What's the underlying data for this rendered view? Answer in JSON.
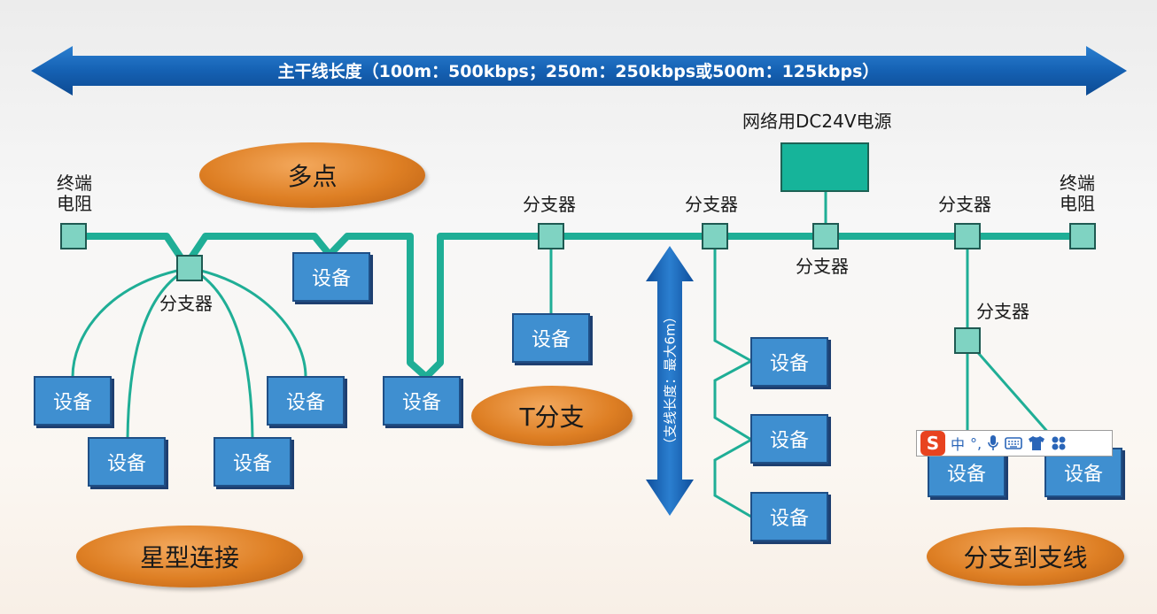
{
  "trunk": {
    "label": "主干线长度（100m：500kbps；250m：250kbps或500m：125kbps）"
  },
  "power_supply": {
    "label": "网络用DC24V电源"
  },
  "terminator_left": {
    "label_line1": "终端",
    "label_line2": "电阻"
  },
  "terminator_right": {
    "label_line1": "终端",
    "label_line2": "电阻"
  },
  "tap_label": "分支器",
  "device_label": "设备",
  "drop_length": {
    "label": "（支线长度：最大6m）"
  },
  "topologies": {
    "multipoint": "多点",
    "t_branch": "T分支",
    "star": "星型连接",
    "branch_to_drop": "分支到支线"
  },
  "ime_toolbar": {
    "logo": "S",
    "mode": "中",
    "punct": "°,",
    "items": [
      "mic-icon",
      "keyboard-icon",
      "shirt-icon",
      "grid-icon"
    ]
  },
  "colors": {
    "cable": "#1fae96",
    "arrow": "#1a64b7",
    "device": "#3f8fd0",
    "tap": "#7fd3c2",
    "oval": "#de7f24",
    "power_supply": "#16b49a"
  }
}
